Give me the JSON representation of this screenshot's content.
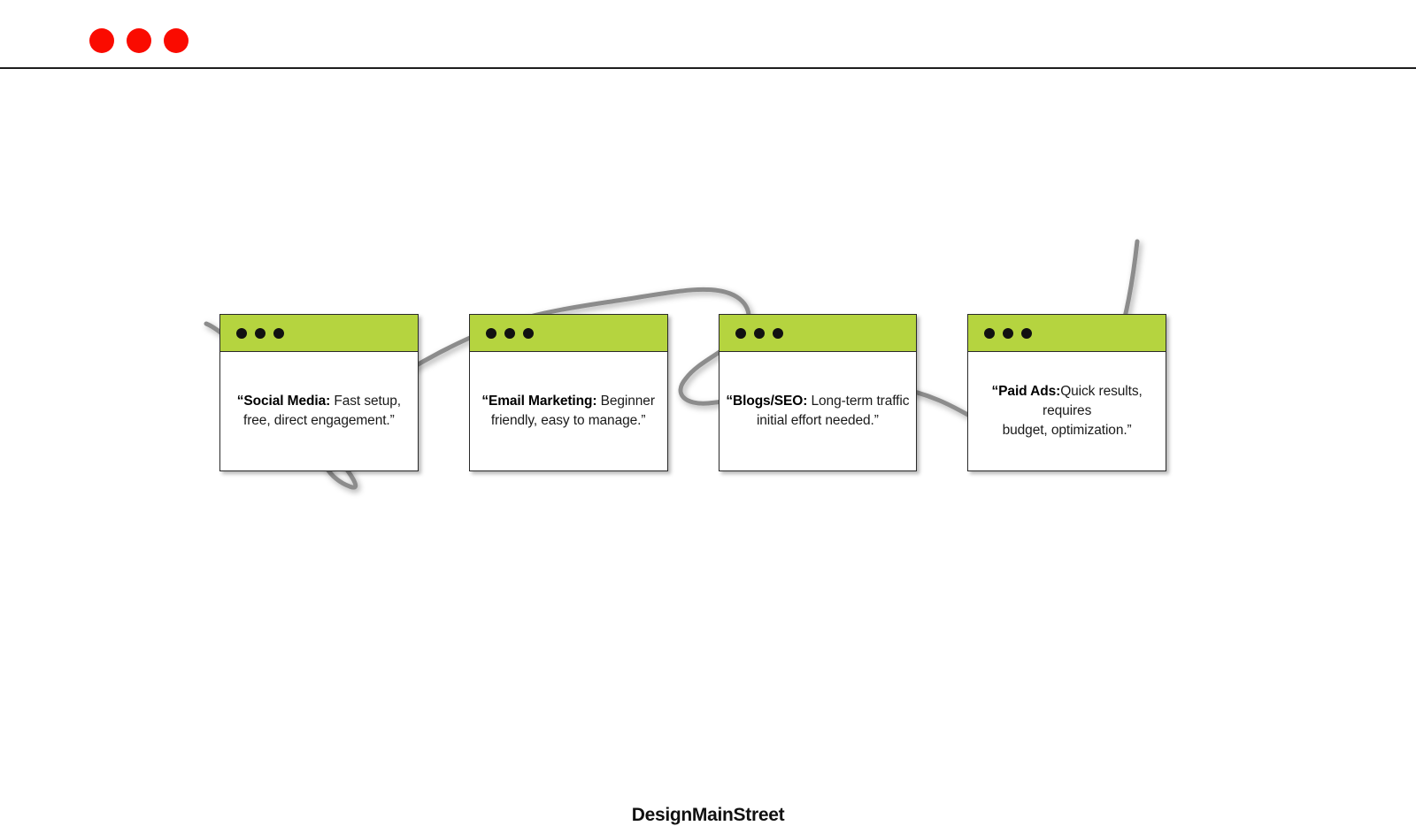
{
  "window": {
    "dots": [
      {
        "name": "window-dot-red-1",
        "color": "#fa0b00"
      },
      {
        "name": "window-dot-red-2",
        "color": "#fa0b00"
      },
      {
        "name": "window-dot-red-3",
        "color": "#fa0b00"
      }
    ]
  },
  "theme": {
    "header_green": "#b5d43f",
    "accent_red": "#fa0b00",
    "outline": "#2a2a2a",
    "wave_gray": "#8c8c8c",
    "page_background": "#ffffff"
  },
  "cards": [
    {
      "id": "social-media",
      "title": "“Social Media:",
      "body": " Fast setup,\nfree, direct engagement.”",
      "header_color": "#b5d43f",
      "dots": [
        "dot-1",
        "dot-2",
        "dot-3"
      ]
    },
    {
      "id": "email-marketing",
      "title": "“Email Marketing:",
      "body": " Beginner\nfriendly, easy to manage.”",
      "header_color": "#b5d43f",
      "dots": [
        "dot-1",
        "dot-2",
        "dot-3"
      ]
    },
    {
      "id": "blogs-seo",
      "title": "“Blogs/SEO:",
      "body": " Long-term traffic\ninitial effort needed.”",
      "header_color": "#b5d43f",
      "dots": [
        "dot-1",
        "dot-2",
        "dot-3"
      ]
    },
    {
      "id": "paid-ads",
      "title": "“Paid Ads:",
      "body": "Quick results, requires\nbudget, optimization.”",
      "header_color": "#b5d43f",
      "dots": [
        "dot-1",
        "dot-2",
        "dot-3"
      ]
    }
  ],
  "footer": {
    "brand": "DesignMainStreet"
  }
}
